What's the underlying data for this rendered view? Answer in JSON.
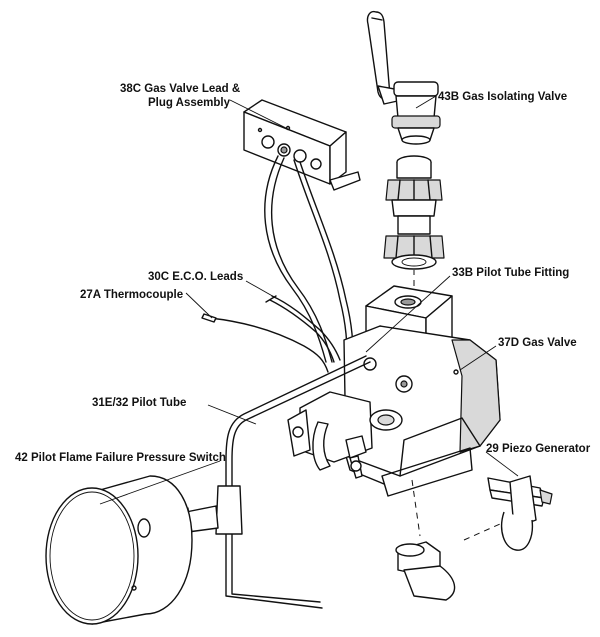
{
  "labels": {
    "gas_valve_lead": "38C  Gas Valve Lead &",
    "gas_valve_lead_2": "Plug Assembly",
    "gas_isolating_valve": "43B  Gas Isolating Valve",
    "eco_leads": "30C  E.C.O. Leads",
    "pilot_tube_fitting": "33B  Pilot Tube Fitting",
    "thermocouple": "27A  Thermocouple",
    "gas_valve": "37D  Gas Valve",
    "pilot_tube": "31E/32  Pilot Tube",
    "pressure_switch": "42  Pilot Flame Failure Pressure Switch",
    "piezo_generator": "29  Piezo  Generator"
  }
}
